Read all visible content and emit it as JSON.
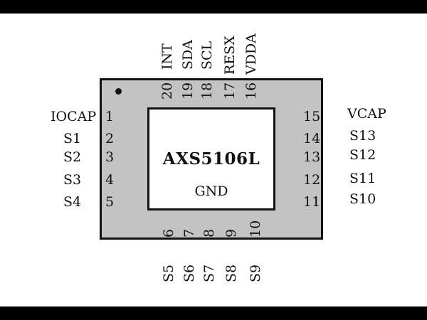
{
  "chip": {
    "part_number": "AXS5106L",
    "ground_label": "GND"
  },
  "top_pins": [
    {
      "number": "20",
      "name": "INT"
    },
    {
      "number": "19",
      "name": "SDA"
    },
    {
      "number": "18",
      "name": "SCL"
    },
    {
      "number": "17",
      "name": "RESX"
    },
    {
      "number": "16",
      "name": "VDDA"
    }
  ],
  "left_pins": [
    {
      "number": "1",
      "name": "IOCAP"
    },
    {
      "number": "2",
      "name": "S1"
    },
    {
      "number": "3",
      "name": "S2"
    },
    {
      "number": "4",
      "name": "S3"
    },
    {
      "number": "5",
      "name": "S4"
    }
  ],
  "right_pins": [
    {
      "number": "15",
      "name": "VCAP"
    },
    {
      "number": "14",
      "name": "S13"
    },
    {
      "number": "13",
      "name": "S12"
    },
    {
      "number": "12",
      "name": "S11"
    },
    {
      "number": "11",
      "name": "S10"
    }
  ],
  "bottom_pins": [
    {
      "number": "6",
      "name": "S5"
    },
    {
      "number": "7",
      "name": "S6"
    },
    {
      "number": "8",
      "name": "S7"
    },
    {
      "number": "9",
      "name": "S8"
    },
    {
      "number": "10",
      "name": "S9"
    }
  ],
  "colors": {
    "package": "#c3c3c3",
    "die": "#ffffff",
    "outline": "#111111",
    "frame": "#000000"
  }
}
